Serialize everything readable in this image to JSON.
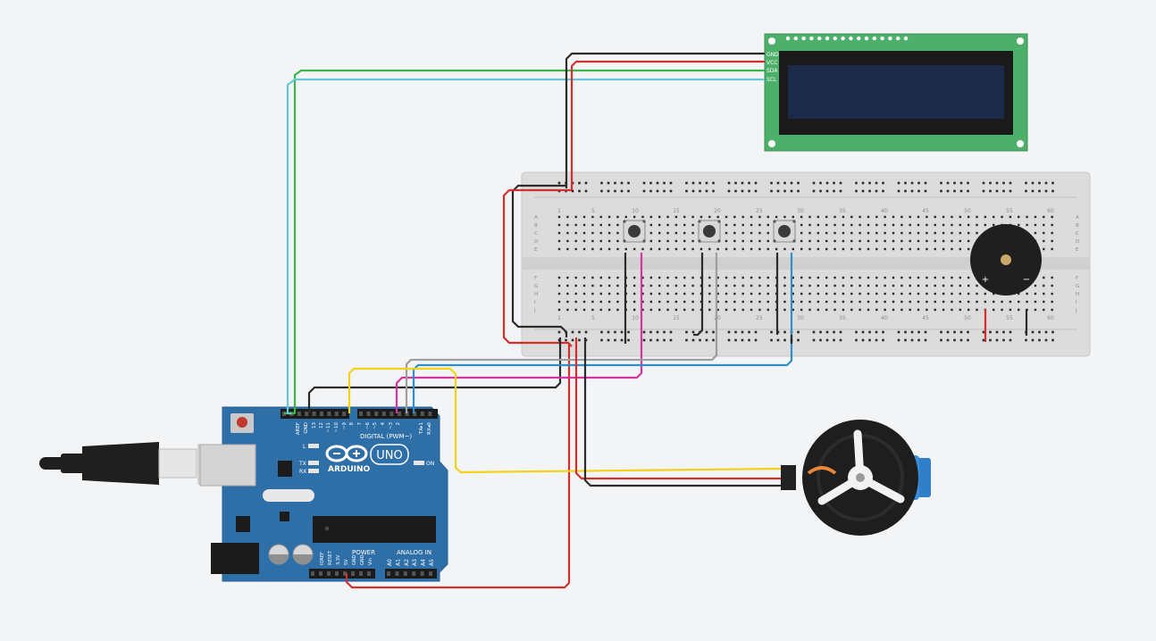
{
  "lcd": {
    "pins": [
      "GND",
      "VCC",
      "SDA",
      "SCL"
    ],
    "pcb_color": "#4caf6a",
    "screen_color": "#1c2a4a"
  },
  "breadboard": {
    "rows_top": [
      "A",
      "B",
      "C",
      "D",
      "E"
    ],
    "rows_bottom": [
      "F",
      "G",
      "H",
      "I",
      "J"
    ],
    "col_numbers": [
      "1",
      "5",
      "10",
      "15",
      "20",
      "25",
      "30",
      "35",
      "40",
      "45",
      "50",
      "55",
      "60"
    ]
  },
  "buzzer": {
    "plus": "+",
    "minus": "−"
  },
  "arduino": {
    "board_color": "#2f6fa8",
    "brand": "ARDUINO",
    "model": "UNO",
    "digital_label": "DIGITAL (PWM~)",
    "power_label": "POWER",
    "analog_label": "ANALOG IN",
    "on_label": "ON",
    "l_label": "L",
    "tx_label": "TX",
    "rx_label": "RX",
    "digital_pins": [
      "AREF",
      "GND",
      "13",
      "12",
      "~11",
      "~10",
      "~9",
      "8",
      "7",
      "~6",
      "~5",
      "4",
      "~3",
      "2",
      "TX▸1",
      "RX◂0"
    ],
    "power_pins": [
      "IOREF",
      "RESET",
      "3.3V",
      "5V",
      "GND",
      "GND",
      "Vin"
    ],
    "analog_pins": [
      "A0",
      "A1",
      "A2",
      "A3",
      "A4",
      "A5"
    ]
  },
  "wire_colors": {
    "black": "#2b2b2b",
    "red": "#d32f2f",
    "green": "#3cb54a",
    "cyan": "#6cc6d9",
    "yellow": "#f2d21b",
    "magenta": "#d6339e",
    "gray": "#9e9e9e",
    "blue": "#2f8fc9"
  }
}
